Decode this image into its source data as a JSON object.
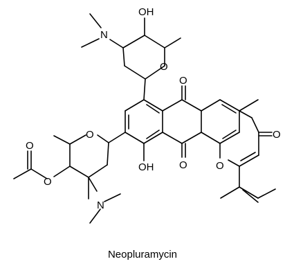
{
  "molecule": {
    "name": "Neopluramycin",
    "atom_labels": {
      "hydroxyl_top": "OH",
      "dimethylamino_top": "N",
      "ring_oxygen_top": "O",
      "quinone_oxygen_top": "O",
      "pyranone_carbonyl_o": "O",
      "acetyl_carbonyl_o": "O",
      "ester_oxygen": "O",
      "ring_oxygen_left": "O",
      "hydroxyl_aromatic": "OH",
      "quinone_oxygen_bottom": "O",
      "pyran_ring_oxygen": "O",
      "dimethylamino_bottom": "N"
    }
  },
  "colors": {
    "ink": "#000000",
    "background": "#ffffff"
  }
}
